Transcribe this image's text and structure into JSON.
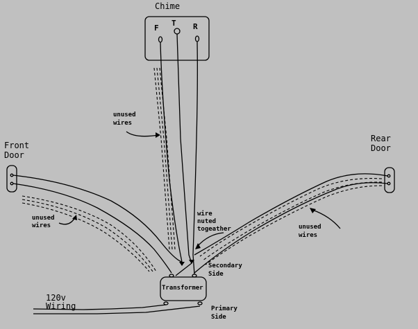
{
  "chime": {
    "title": "Chime",
    "terminals": [
      "F",
      "T",
      "R"
    ]
  },
  "front_door": {
    "line1": "Front",
    "line2": "Door"
  },
  "rear_door": {
    "line1": "Rear",
    "line2": "Door"
  },
  "transformer": {
    "label": "Transformer",
    "secondary_line1": "Secondary",
    "secondary_line2": "Side",
    "primary_line1": "Primary",
    "primary_line2": "Side"
  },
  "annotations": {
    "unused_chime": [
      "unused",
      "wires"
    ],
    "unused_front": [
      "unused",
      "wires"
    ],
    "unused_rear": [
      "unused",
      "wires"
    ],
    "wire_nuted": [
      "wire",
      "nuted",
      "togeather"
    ]
  },
  "wiring_120v": {
    "line1": "120v",
    "line2": "Wiring"
  },
  "colors": {
    "background": "#c0c0c0",
    "line": "#000000"
  }
}
